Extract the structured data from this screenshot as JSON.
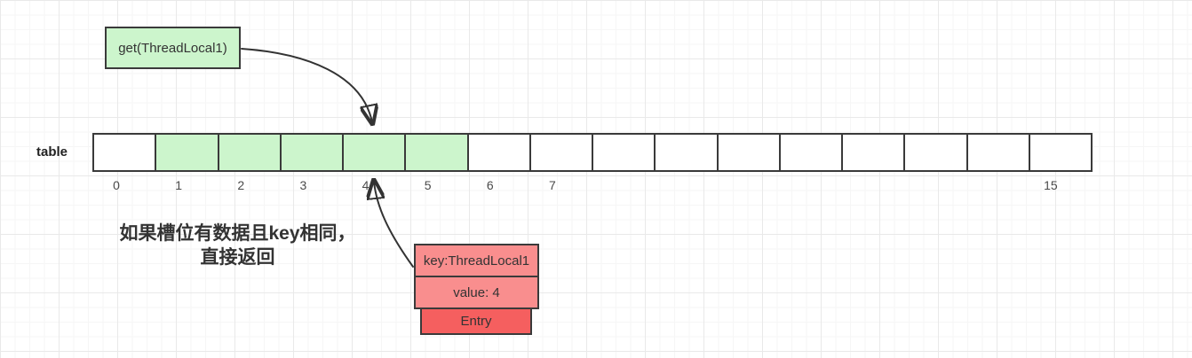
{
  "diagram": {
    "get_box": {
      "label": "get(ThreadLocal1)"
    },
    "table": {
      "label": "table",
      "cells": [
        {
          "label": "0",
          "highlighted": false
        },
        {
          "label": "1",
          "highlighted": true
        },
        {
          "label": "2",
          "highlighted": true
        },
        {
          "label": "3",
          "highlighted": true
        },
        {
          "label": "4",
          "highlighted": true
        },
        {
          "label": "5",
          "highlighted": true
        },
        {
          "label": "6",
          "highlighted": false
        },
        {
          "label": "7",
          "highlighted": false
        },
        {
          "label": "",
          "highlighted": false
        },
        {
          "label": "",
          "highlighted": false
        },
        {
          "label": "",
          "highlighted": false
        },
        {
          "label": "",
          "highlighted": false
        },
        {
          "label": "",
          "highlighted": false
        },
        {
          "label": "",
          "highlighted": false
        },
        {
          "label": "",
          "highlighted": false
        },
        {
          "label": "15",
          "highlighted": false
        }
      ]
    },
    "note": {
      "line1": "如果槽位有数据且key相同，",
      "line2": "直接返回"
    },
    "entry_stack": {
      "key": "key:ThreadLocal1",
      "value": "value: 4",
      "name": "Entry"
    },
    "colors": {
      "highlight_green": "#ccf5cc",
      "entry_salmon": "#f98e8e",
      "entry_red": "#f55f5f",
      "shape_border": "#3a3a3a",
      "arrow": "#333333"
    }
  }
}
